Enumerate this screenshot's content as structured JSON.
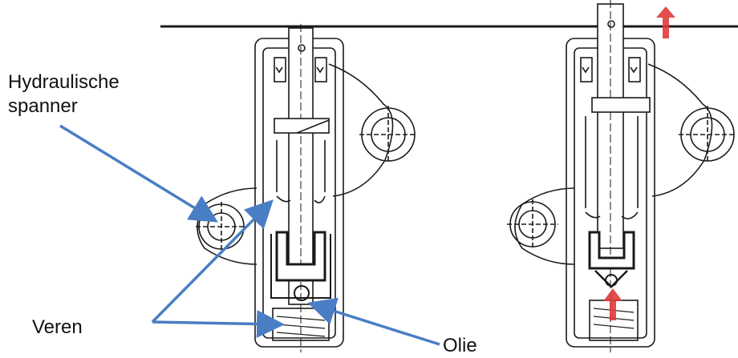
{
  "labels": {
    "hydraulic_tensioner_line1": "Hydraulische",
    "hydraulic_tensioner_line2": "spanner",
    "springs": "Veren",
    "oil": "Olie"
  },
  "colors": {
    "drawing": "#1a1a1a",
    "callout_arrow": "#4a7ec4",
    "motion_arrow": "#e03a3a"
  }
}
